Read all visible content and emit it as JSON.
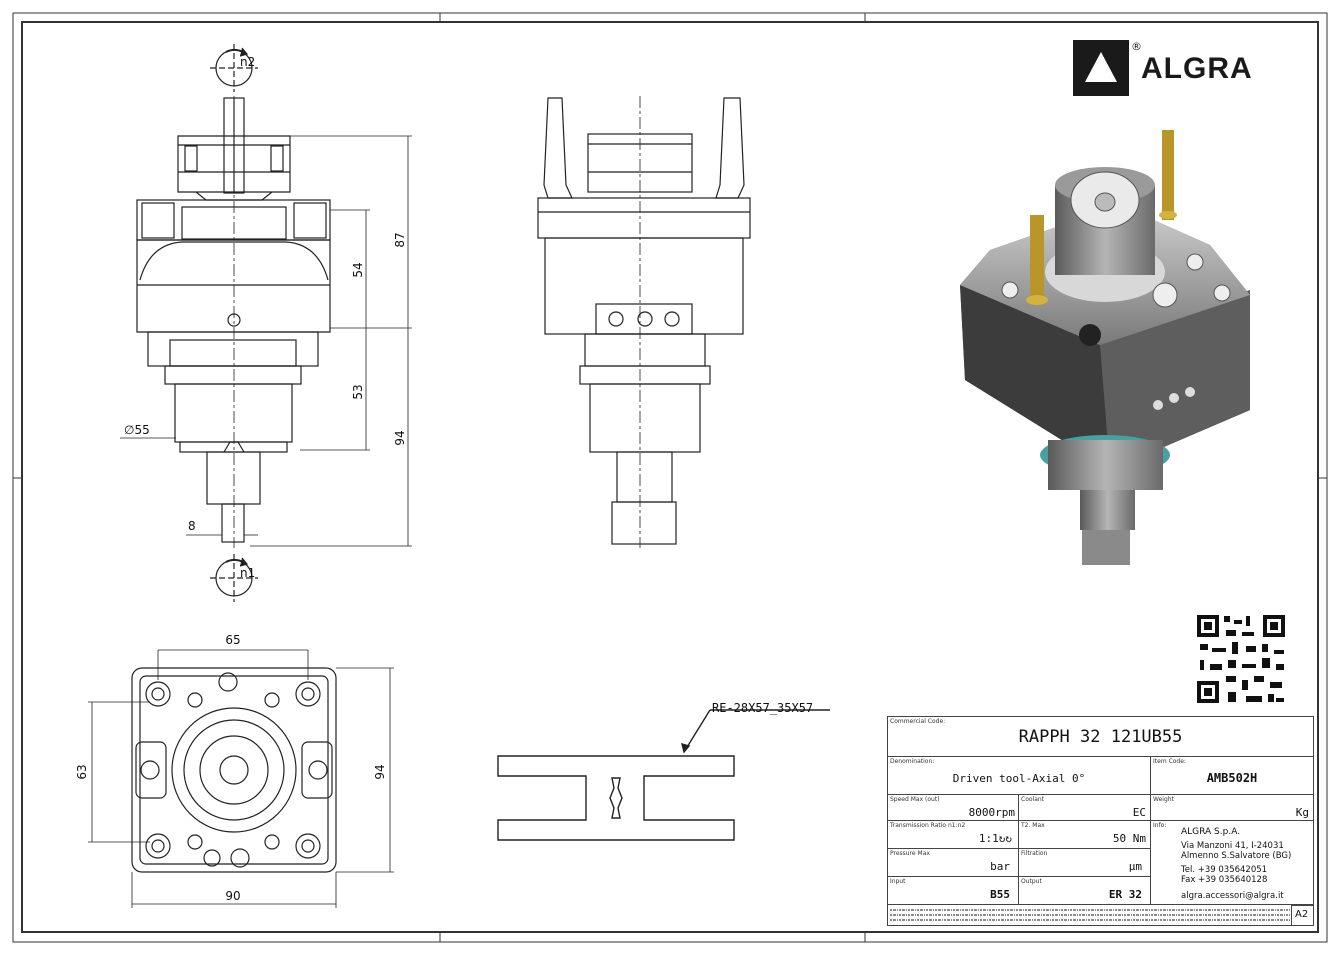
{
  "brand": {
    "name": "ALGRA",
    "registered": "®"
  },
  "profile_label": "RE-28X57_35X57",
  "dimensions": {
    "total_height_upper": "87",
    "body_height": "54",
    "lower_height": "53",
    "total_height_lower": "94",
    "diameter": "∅55",
    "shank_width": "8",
    "width_top": "65",
    "height_side": "63",
    "height_right": "94",
    "width_bottom": "90",
    "rotation_output": "n2",
    "rotation_input": "n1"
  },
  "title_block": {
    "commercial_code_label": "Commercial Code:",
    "commercial_code": "RAPPH 32 121UB55",
    "denomination_label": "Denomination:",
    "denomination": "Driven tool-Axial 0°",
    "item_code_label": "Item Code:",
    "item_code": "AMB502H",
    "speed_label": "Speed Max (out)",
    "speed": "8000rpm",
    "coolant_label": "Coolant",
    "coolant": "EC",
    "weight_label": "Weight",
    "weight": "Kg",
    "ratio_label": "Transmission Ratio n1:n2",
    "ratio": "1:1↻↻",
    "torque_label": "T2. Max",
    "torque": "50 Nm",
    "pressure_label": "Pressure Max",
    "pressure": "bar",
    "filtration_label": "Filtration",
    "filtration": "µm",
    "input_label": "Input",
    "input": "B55",
    "output_label": "Output",
    "output": "ER 32",
    "info_label": "Info:",
    "company": "ALGRA S.p.A.",
    "address1": "Via Manzoni 41, I-24031",
    "address2": "Almenno S.Salvatore (BG)",
    "tel": "Tel. +39 035642051",
    "fax": "Fax +39 035640128",
    "email": "algra.accessori@algra.it",
    "sheet_size": "A2"
  }
}
